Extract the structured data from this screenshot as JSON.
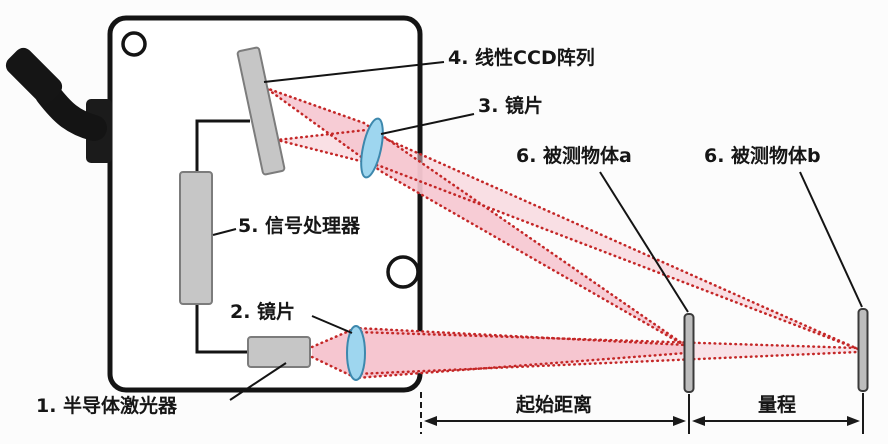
{
  "diagram": {
    "title_hint": "laser-triangulation-displacement-sensor",
    "labels": {
      "laser": "1. 半导体激光器",
      "lens_bottom": "2. 镜片",
      "lens_top": "3. 镜片",
      "ccd": "4. 线性CCD阵列",
      "processor": "5. 信号处理器",
      "object_a": "6. 被测物体a",
      "object_b": "6. 被测物体b",
      "start_distance": "起始距离",
      "range": "量程"
    },
    "colors": {
      "beam_fill": "#f6c6d0",
      "beam_dotted_red": "#c42727",
      "lens_blue": "#9ed6ef",
      "component_gray": "#c6c6c6",
      "outline_black": "#141414"
    }
  }
}
